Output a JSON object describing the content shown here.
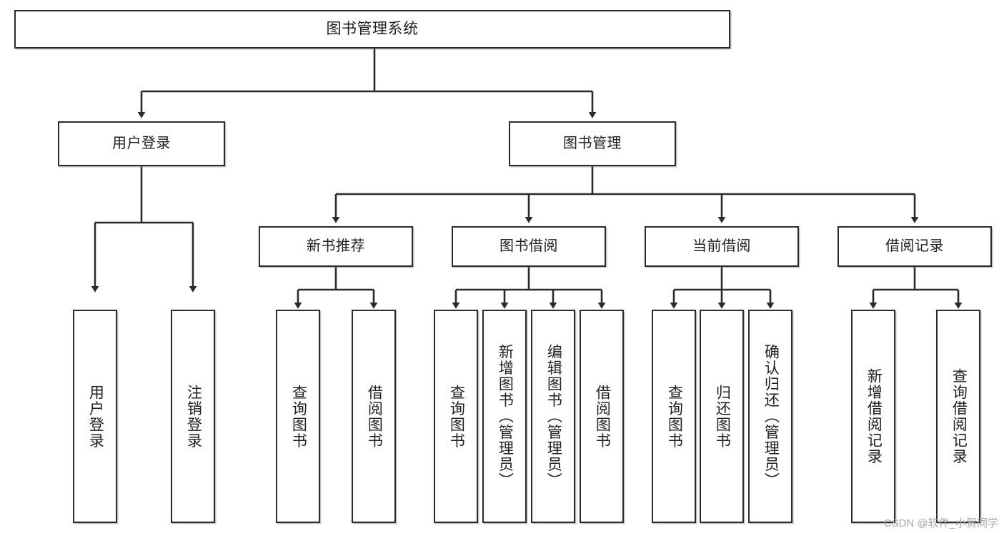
{
  "diagram": {
    "type": "tree",
    "title": "图书管理系统",
    "root": {
      "id": "root",
      "label": "图书管理系统"
    },
    "level1": [
      {
        "id": "login",
        "label": "用户登录"
      },
      {
        "id": "bookmgmt",
        "label": "图书管理"
      }
    ],
    "level2": [
      {
        "id": "newbook",
        "label": "新书推荐",
        "parent": "bookmgmt"
      },
      {
        "id": "borrow",
        "label": "图书借阅",
        "parent": "bookmgmt"
      },
      {
        "id": "current",
        "label": "当前借阅",
        "parent": "bookmgmt"
      },
      {
        "id": "record",
        "label": "借阅记录",
        "parent": "bookmgmt"
      }
    ],
    "leaves": [
      {
        "id": "leaf-login-1",
        "label": "用户登录",
        "parent": "login"
      },
      {
        "id": "leaf-login-2",
        "label": "注销登录",
        "parent": "login"
      },
      {
        "id": "leaf-newbook-1",
        "label": "查询图书",
        "parent": "newbook"
      },
      {
        "id": "leaf-newbook-2",
        "label": "借阅图书",
        "parent": "newbook"
      },
      {
        "id": "leaf-borrow-1",
        "label": "查询图书",
        "parent": "borrow"
      },
      {
        "id": "leaf-borrow-2",
        "label": "新增图书（管理员）",
        "parent": "borrow"
      },
      {
        "id": "leaf-borrow-3",
        "label": "编辑图书（管理员）",
        "parent": "borrow"
      },
      {
        "id": "leaf-borrow-4",
        "label": "借阅图书",
        "parent": "borrow"
      },
      {
        "id": "leaf-current-1",
        "label": "查询图书",
        "parent": "current"
      },
      {
        "id": "leaf-current-2",
        "label": "归还图书",
        "parent": "current"
      },
      {
        "id": "leaf-current-3",
        "label": "确认归还（管理员）",
        "parent": "current"
      },
      {
        "id": "leaf-record-1",
        "label": "新增借阅记录",
        "parent": "record"
      },
      {
        "id": "leaf-record-2",
        "label": "查询借阅记录",
        "parent": "record"
      }
    ],
    "colors": {
      "box_border": "#2b2b2b",
      "box_fill": "#ffffff",
      "connector": "#2b2b2b",
      "text": "#1f1f1f",
      "watermark": "#a8a8a8"
    }
  },
  "watermark": {
    "text": "CSDN @软件_小贺同学"
  }
}
